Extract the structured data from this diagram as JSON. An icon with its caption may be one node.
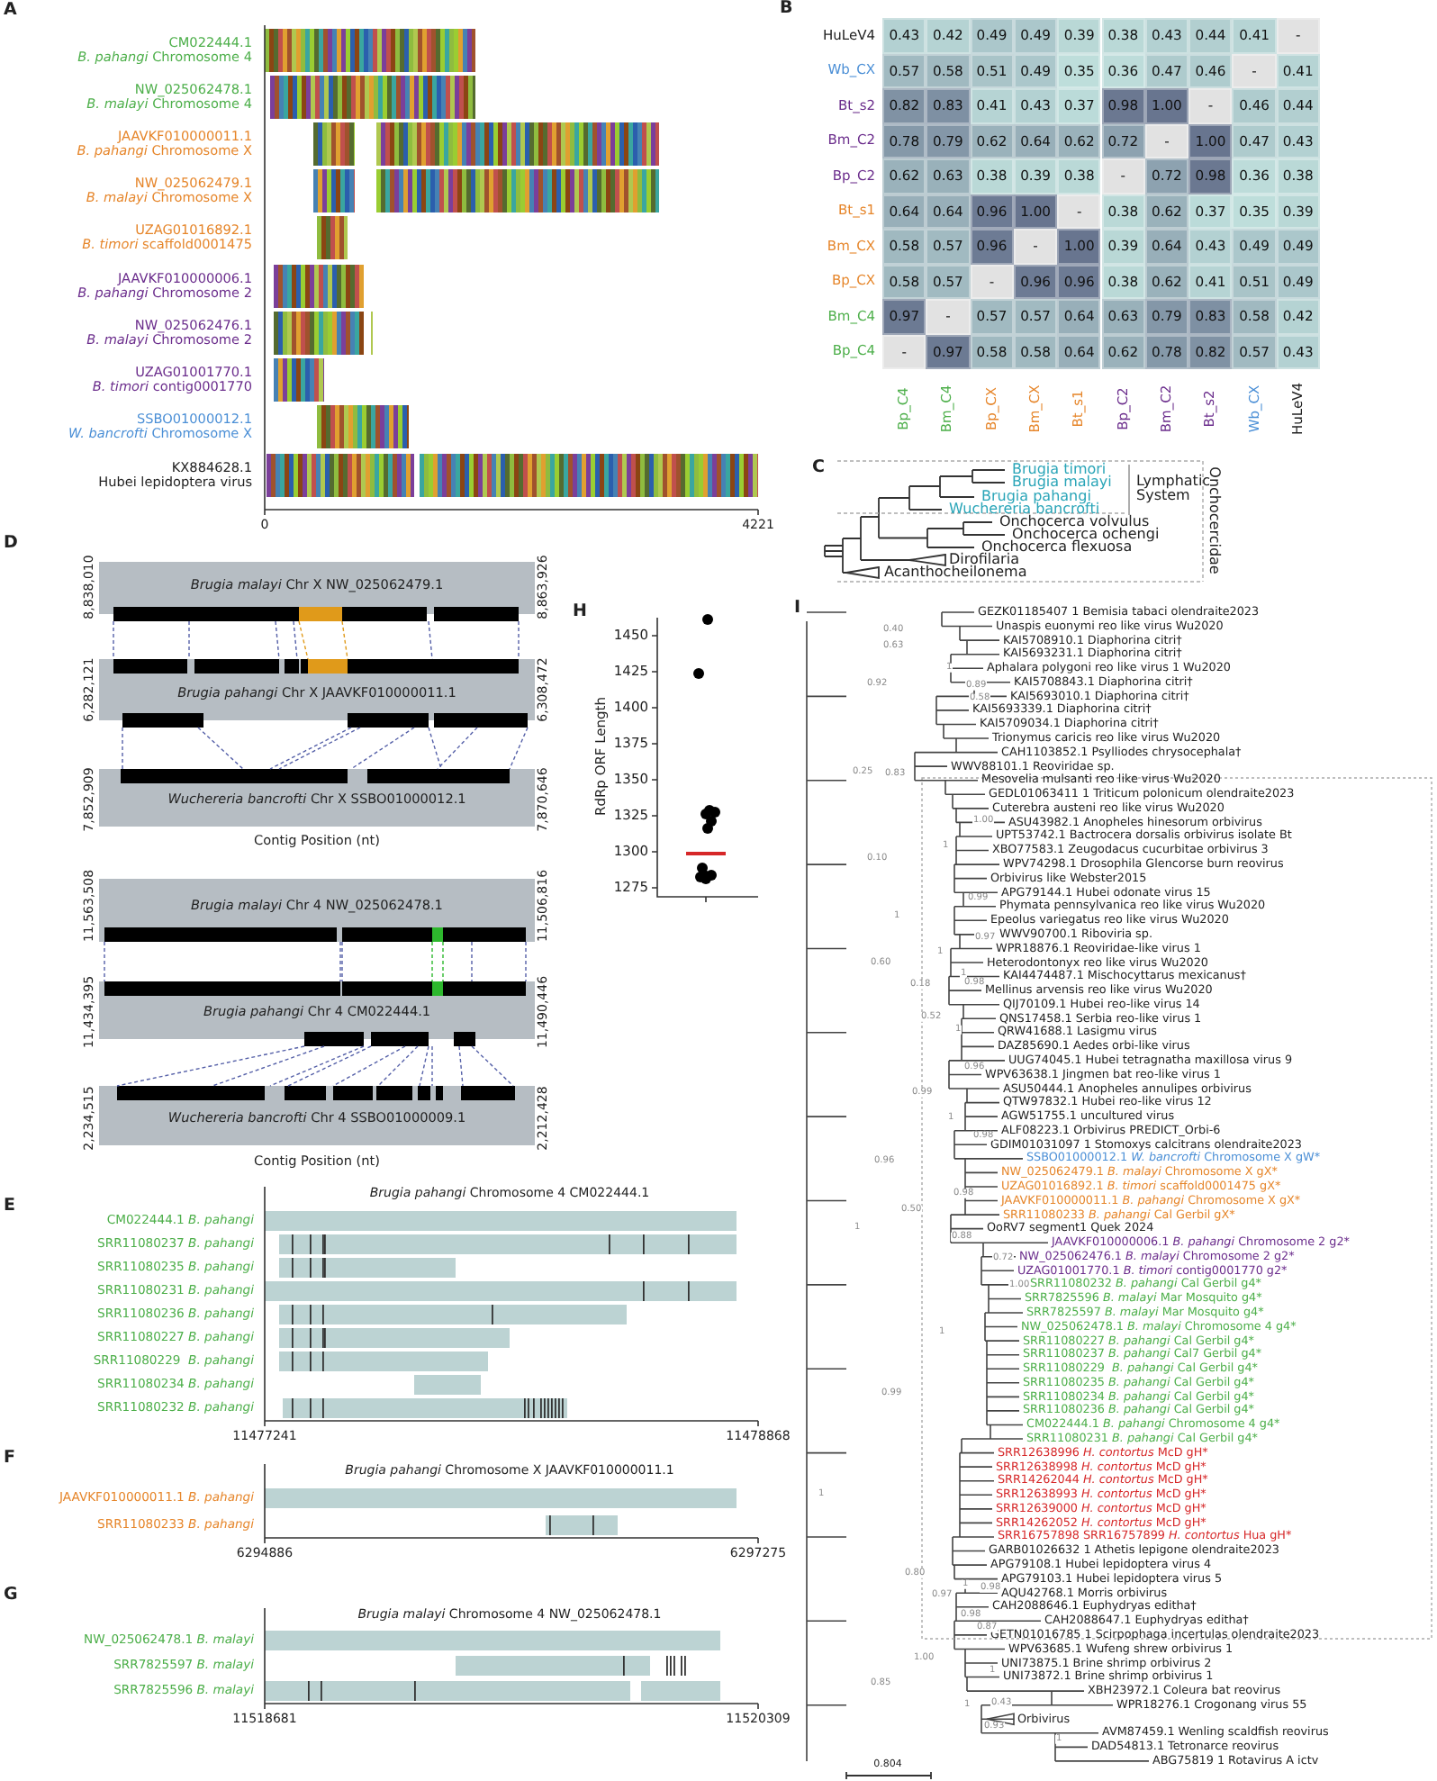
{
  "diagram": {
    "labels": [
      "A",
      "CM022444.1",
      "*B. pahangi* Chromosome 4",
      "NW_025062478.1",
      "*B. malayi* Chromosome 4",
      "JAAVKF010000011.1",
      "*B. pahangi* Chromosome X",
      "NW_025062479.1",
      "*B. malayi* Chromosome X",
      "UZAG01016892.1",
      "*B. timori* scaffold0001475",
      "JAAVKF010000006.1",
      "*B. pahangi* Chromosome 2",
      "NW_025062476.1",
      "*B. malayi* Chromosome 2",
      "UZAG01001770.1",
      "*B. timori* contig0001770",
      "SSBO01000012.1",
      "*W. bancrofti* Chromosome X",
      "KX884628.1",
      "Hubei lepidoptera virus",
      "0",
      "4221",
      "B",
      "HuLeV4",
      "0.43",
      "0.42",
      "0.49",
      "0.49",
      "0.39",
      "0.38",
      "0.43",
      "0.44",
      "0.41",
      "-",
      "Wb_CX",
      "0.57",
      "0.58",
      "0.51",
      "0.49",
      "0.35",
      "0.36",
      "0.47",
      "0.46",
      "-",
      "0.41",
      "Bt_s2",
      "0.82",
      "0.83",
      "0.41",
      "0.43",
      "0.37",
      "0.98",
      "1.00",
      "-",
      "0.46",
      "0.44",
      "Bm_C2",
      "0.78",
      "0.79",
      "0.62",
      "0.64",
      "0.62",
      "0.72",
      "-",
      "1.00",
      "0.47",
      "0.43",
      "Bp_C2",
      "0.62",
      "0.63",
      "0.38",
      "0.39",
      "0.38",
      "-",
      "0.72",
      "0.98",
      "0.36",
      "0.38",
      "Bt_s1",
      "0.64",
      "0.64",
      "0.96",
      "1.00",
      "-",
      "0.38",
      "0.62",
      "0.37",
      "0.35",
      "0.39",
      "Bm_CX",
      "0.58",
      "0.57",
      "0.96",
      "-",
      "1.00",
      "0.39",
      "0.64",
      "0.43",
      "0.49",
      "0.49",
      "Bp_CX",
      "0.58",
      "0.57",
      "-",
      "0.96",
      "0.96",
      "0.38",
      "0.62",
      "0.41",
      "0.51",
      "0.49",
      "Bm_C4",
      "0.97",
      "-",
      "0.57",
      "0.57",
      "0.64",
      "0.63",
      "0.79",
      "0.83",
      "0.58",
      "0.42",
      "Bp_C4",
      "-",
      "0.97",
      "0.58",
      "0.58",
      "0.64",
      "0.62",
      "0.78",
      "0.82",
      "0.57",
      "0.43",
      "Bp_C4",
      "Bm_C4",
      "Bp_CX",
      "Bm_CX",
      "Bt_s1",
      "Bp_C2",
      "Bm_C2",
      "Bt_s2",
      "Wb_CX",
      "HuLeV4",
      "C",
      "Brugia timori",
      "Brugia malayi",
      "Brugia pahangi",
      "Wuchereria bancrofti",
      "Lymphatic System",
      "Onchocerca volvulus",
      "Onchocerca ochengi",
      "Onchocerca flexuosa",
      "Dirofilaria",
      "Acanthocheilonema",
      "Onchocercidae",
      "D",
      "8,838,010",
      "8,863,926",
      "*Brugia malayi* Chr X NW_025062479.1",
      "6,282,121",
      "6,308,472",
      "*Brugia pahangi* Chr X JAAVKF010000011.1",
      "7,852,909",
      "7,870,646",
      "*Wuchereria bancrofti* Chr X SSBO01000012.1",
      "Contig Position (nt)",
      "11,563,508",
      "11,506,816",
      "*Brugia malayi* Chr 4 NW_025062478.1",
      "11,434,395",
      "11,490,446",
      "*Brugia pahangi* Chr 4 CM022444.1",
      "2,234,515",
      "2,212,428",
      "*Wuchereria bancrofti* Chr 4 SSBO01000009.1",
      "Contig Position (nt)",
      "H",
      "RdRp ORF Length",
      "1450",
      "1425",
      "1400",
      "1375",
      "1350",
      "1325",
      "1300",
      "1275",
      "I",
      "GEZK01185407 1 Bemisia tabaci olendraite2023",
      "Unaspis euonymi reo like virus Wu2020",
      "KAI5708910.1 Diaphorina citri†",
      "KAI5693231.1 Diaphorina citri†",
      "Aphalara polygoni reo like virus 1 Wu2020",
      "KAI5708843.1 Diaphorina citri†",
      "KAI5693010.1 Diaphorina citri†",
      "KAI5693339.1 Diaphorina citri†",
      "KAI5709034.1 Diaphorina citri†",
      "Trionymus caricis reo like virus Wu2020",
      "CAH1103852.1 Psylliodes chrysocephala†",
      "WWV88101.1 Reoviridae sp.",
      "Mesovelia mulsanti reo like virus Wu2020",
      "GEDL01063411 1 Triticum polonicum olendraite2023",
      "Cuterebra austeni reo like virus Wu2020",
      "ASU43982.1 Anopheles hinesorum orbivirus",
      "UPT53742.1 Bactrocera dorsalis orbivirus isolate Bt",
      "XBO77583.1 Zeugodacus cucurbitae orbivirus 3",
      "WPV74298.1 Drosophila Glencorse burn reovirus",
      "Orbivirus like Webster2015",
      "APG79144.1 Hubei odonate virus 15",
      "Phymata pennsylvanica reo like virus Wu2020",
      "Epeolus variegatus reo like virus Wu2020",
      "WWV90700.1 Riboviria sp.",
      "WPR18876.1 Reoviridae-like virus 1",
      "Heterodontonyx reo like virus Wu2020",
      "KAI4474487.1 Mischocyttarus mexicanus†",
      "Mellinus arvensis reo like virus Wu2020",
      "QIJ70109.1 Hubei reo-like virus 14",
      "QNS17458.1 Serbia reo-like virus 1",
      "QRW41688.1 Lasigmu virus",
      "DAZ85690.1 Aedes orbi-like virus",
      "UUG74045.1 Hubei tetragnatha maxillosa virus 9",
      "WPV63638.1 Jingmen bat reo-like virus 1",
      "ASU50444.1 Anopheles annulipes orbivirus",
      "QTW97832.1 Hubei reo-like virus 12",
      "AGW51755.1 uncultured virus",
      "ALF08223.1 Orbivirus PREDICT_Orbi-6",
      "GDIM01031097 1 Stomoxys calcitrans olendraite2023",
      "SSBO01000012.1 *W. bancrofti* Chromosome X gW*",
      "NW_025062479.1 *B. malayi* Chromosome X gX*",
      "UZAG01016892.1 *B. timori* scaffold0001475 gX*",
      "JAAVKF010000011.1 *B. pahangi* Chromosome X gX*",
      "SRR11080233 *B. pahangi* Cal Gerbil gX*",
      "OoRV7 segment1 Quek 2024",
      "JAAVKF010000006.1 *B. pahangi* Chromosome 2 g2*",
      "NW_025062476.1 *B. malayi* Chromosome 2 g2*",
      "UZAG01001770.1 *B. timori* contig0001770 g2*",
      "SRR11080232 *B. pahangi* Cal Gerbil g4*",
      "SRR7825596 *B. malayi* Mar Mosquito g4*",
      "SRR7825597 *B. malayi* Mar Mosquito g4*",
      "NW_025062478.1 *B. malayi* Chromosome 4 g4*",
      "SRR11080227 *B. pahangi* Cal Gerbil g4*",
      "SRR11080237 *B. pahangi* Cal7 Gerbil g4*",
      "SRR11080229  *B. pahangi* Cal Gerbil g4*",
      "SRR11080235 *B. pahangi* Cal Gerbil g4*",
      "SRR11080234 *B. pahangi* Cal Gerbil g4*",
      "SRR11080236 *B. pahangi* Cal Gerbil g4*",
      "CM022444.1 *B. pahangi* Chromosome 4 g4*",
      "SRR11080231 *B. pahangi* Cal Gerbil g4*",
      "SRR12638996 *H. contortus* McD gH*",
      "SRR12638998 *H. contortus* McD gH*",
      "SRR14262044 *H. contortus* McD gH*",
      "SRR12638993 *H. contortus* McD gH*",
      "SRR12639000 *H. contortus* McD gH*",
      "SRR14262052 *H. contortus* McD gH*",
      "SRR16757898 SRR16757899 *H. contortus* Hua gH*",
      "GARB01026632 1 Athetis lepigone olendraite2023",
      "APG79108.1 Hubei lepidoptera virus 4",
      "APG79103.1 Hubei lepidoptera virus 5",
      "AQU42768.1 Morris orbivirus",
      "CAH2088646.1 Euphydryas editha†",
      "CAH2088647.1 Euphydryas editha†",
      "GETN01016785 1 Scirpophaga incertulas olendraite2023",
      "WPV63685.1 Wufeng shrew orbivirus 1",
      "UNI73875.1 Brine shrimp orbivirus 2",
      "UNI73872.1 Brine shrimp orbivirus 1",
      "XBH23972.1 Coleura bat reovirus",
      "WPR18276.1 Crogonang virus 55",
      "Orbivirus",
      "AVM87459.1 Wenling scaldfish reovirus",
      "DAD54813.1 Tetronarce reovirus",
      "ABG75819 1 Rotavirus A ictv",
      "0.40",
      "0.63",
      "1",
      "0.92",
      "0.89",
      "0.58",
      "0.25",
      "0.83",
      "0.10",
      "1.00",
      "1",
      "1",
      "0.99",
      "0.60",
      "1",
      "0.97",
      "0.18",
      "1",
      "0.98",
      "0.52",
      "1",
      "0.96",
      "0.99",
      "1",
      "0.98",
      "0.96",
      "0.50",
      "0.98",
      "1",
      "0.88",
      "0.72",
      "1.00",
      "1",
      "0.99",
      "1",
      "0.80",
      "0.97",
      "1",
      "0.98",
      "0.98",
      "0.87",
      "1.00",
      "1",
      "0.85",
      "1",
      "0.43",
      "0.93",
      "1",
      "0.804",
      "E",
      "*Brugia pahangi* Chromosome 4 CM022444.1",
      "CM022444.1 *B. pahangi*",
      "SRR11080237 *B. pahangi*",
      "SRR11080235 *B. pahangi*",
      "SRR11080231 *B. pahangi*",
      "SRR11080236 *B. pahangi*",
      "SRR11080227 *B. pahangi*",
      "SRR11080229  *B. pahangi*",
      "SRR11080234 *B. pahangi*",
      "SRR11080232 *B. pahangi*",
      "11477241",
      "11478868",
      "F",
      "*Brugia pahangi* Chromosome X JAAVKF010000011.1",
      "JAAVKF010000011.1 *B. pahangi*",
      "SRR11080233 *B. pahangi*",
      "6294886",
      "6297275",
      "G",
      "*Brugia malayi* Chromosome 4 NW_025062478.1",
      "NW_025062478.1 *B. malayi*",
      "SRR7825597 *B. malayi*",
      "SRR7825596 *B. malayi*",
      "11518681",
      "11520309"
    ]
  }
}
